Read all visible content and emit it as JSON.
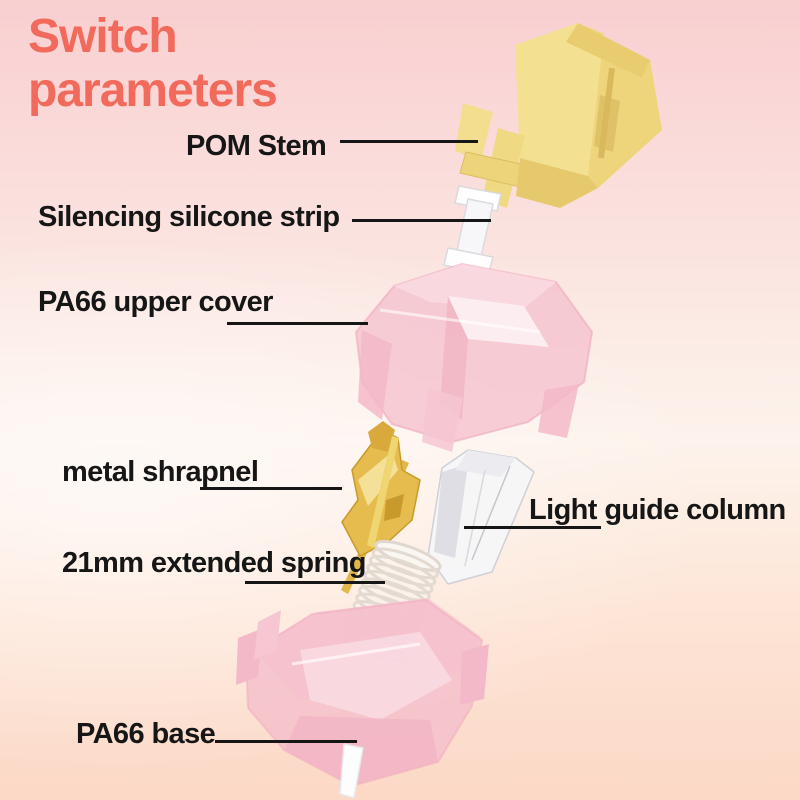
{
  "title": {
    "line1": "Switch",
    "line2": "parameters"
  },
  "labels": {
    "pom_stem": "POM Stem",
    "silicone_strip": "Silencing silicone strip",
    "upper_cover": "PA66 upper cover",
    "metal_shrapnel": "metal shrapnel",
    "light_guide": "Light guide column",
    "spring": "21mm extended spring",
    "base": "PA66 base"
  },
  "colors": {
    "title_accent": "#f26a5b",
    "label_text": "#161616",
    "leader_line": "#161616",
    "stem_yellow": "#f0d87e",
    "housing_pink": "#f5c2ce",
    "shrapnel_gold": "#e6bc4e",
    "clear_part_white": "#f6f6f8",
    "background_top": "#f9cfd0",
    "background_middle": "#fdf3ec",
    "background_bottom": "#fcd8c6"
  }
}
